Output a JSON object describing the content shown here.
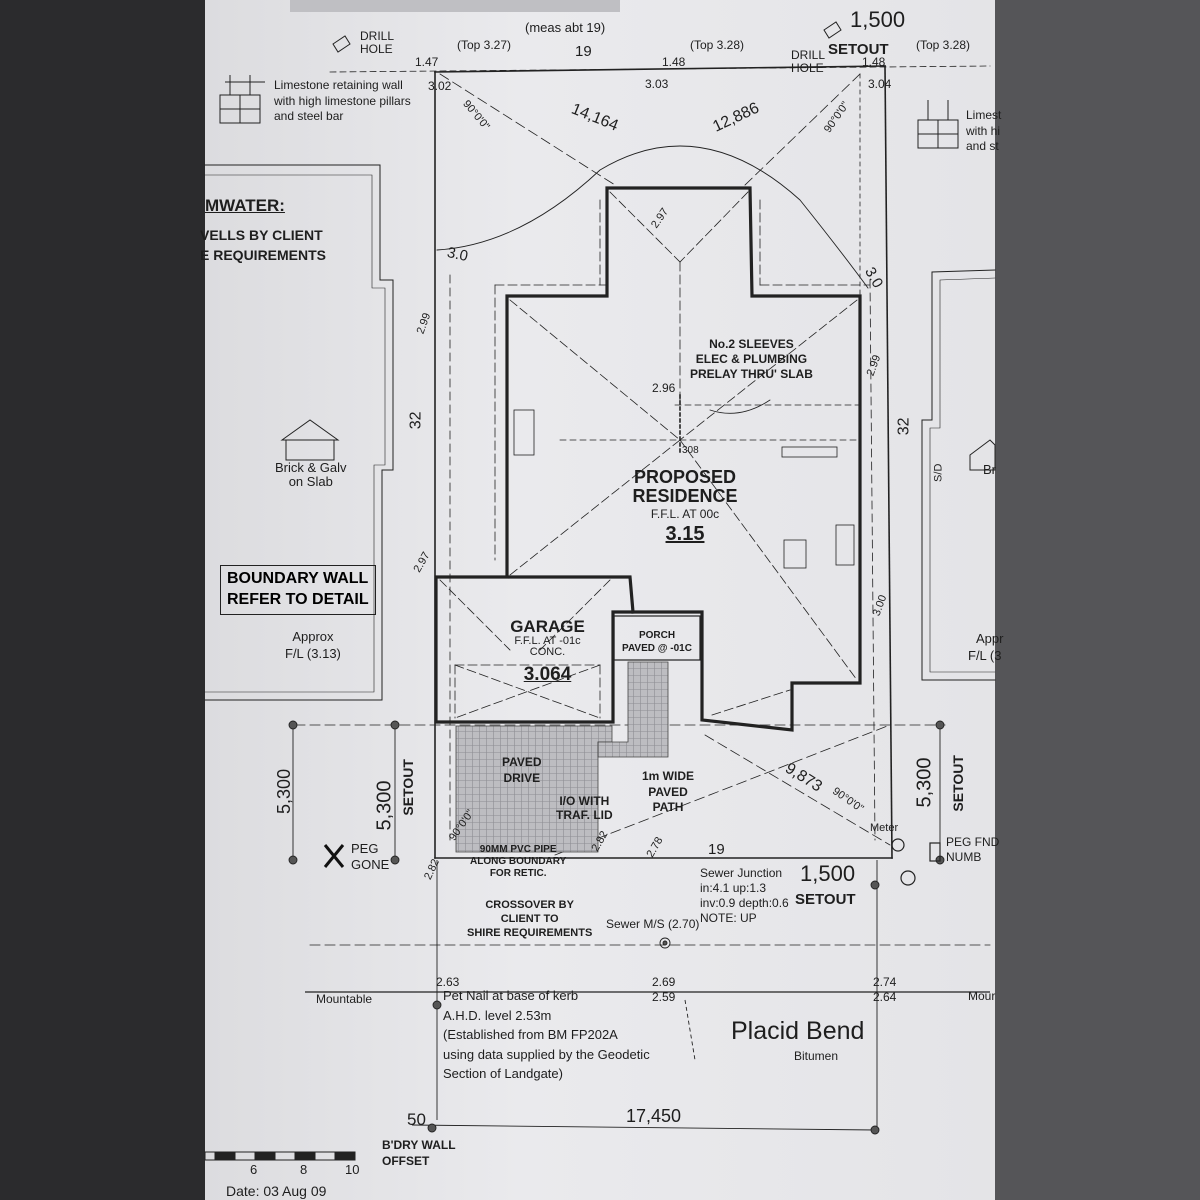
{
  "drawing": {
    "note_top": "(meas abt 19)",
    "front_width": "19",
    "rear_width": "19",
    "left_depth": "32",
    "right_depth": "32",
    "offset_top_right": "1,500",
    "offset_bottom_right": "1,500",
    "setout_label": "SETOUT",
    "left_setback": "5,300",
    "right_setback": "5,300",
    "setout_mid": "5,300",
    "diag_1": "14,164",
    "diag_2": "12,886",
    "diag_3": "9,873",
    "arc_1": "3.0",
    "arc_2": "3.0",
    "angle_1": "90°0'0\"",
    "angle_2": "90°0'0\"",
    "angle_3": "90°0'0\"",
    "angle_4": "90°0'0\"",
    "bottom_dim": "17,450",
    "bottom_offset": "50",
    "bdry_wall_offset_1": "B'DRY WALL",
    "bdry_wall_offset_2": "OFFSET",
    "date": "Date:  03 Aug 09"
  },
  "levels": {
    "top_left_1": "1.47",
    "top_left_2": "3.02",
    "top_mid_1": "1.48",
    "top_mid_2": "3.03",
    "top_right_1": "1.48",
    "top_right_2": "3.04",
    "top_3_27": "(Top 3.27)",
    "top_3_28a": "(Top 3.28)",
    "top_3_28b": "(Top 3.28)",
    "l_299": "2.99",
    "l_297": "2.97",
    "l_297b": "2.97",
    "l_296": "2.96",
    "l_299b": "2.99",
    "l_300": "3.00",
    "l_282a": "2.82",
    "l_282b": "2.82",
    "l_278": "2.78",
    "l_263": "2.63",
    "l_269": "2.69",
    "l_259": "2.59",
    "l_274": "2.74",
    "l_264": "2.64"
  },
  "labels": {
    "drill_hole_left_1": "DRILL",
    "drill_hole_left_2": "HOLE",
    "drill_hole_right_1": "DRILL",
    "drill_hole_right_2": "HOLE",
    "retaining_1": "Limestone retaining wall",
    "retaining_2": "with high limestone pillars",
    "retaining_3": "and steel bar",
    "retaining_r_1": "Limest",
    "retaining_r_2": "with hi",
    "retaining_r_3": "and st",
    "stormwater": "MWATER:",
    "stormwater_2": "VELLS BY CLIENT",
    "stormwater_3": "E REQUIREMENTS",
    "brick_1": "Brick & Galv",
    "brick_2": "on Slab",
    "brick_r": "Br",
    "sd": "S/D",
    "boundary_1": "BOUNDARY WALL",
    "boundary_2": "REFER TO DETAIL",
    "approx_l_1": "Approx",
    "approx_l_2": "F/L (3.13)",
    "approx_r_1": "Appr",
    "approx_r_2": "F/L (3",
    "sleeves_1": "No.2 SLEEVES",
    "sleeves_2": "ELEC & PLUMBING",
    "sleeves_3": "PRELAY THRU' SLAB",
    "residence_1": "PROPOSED",
    "residence_2": "RESIDENCE",
    "residence_3": "F.F.L. AT 00c",
    "residence_level": "3.15",
    "garage_1": "GARAGE",
    "garage_2": "F.F.L. AT -01c",
    "garage_3": "CONC.",
    "garage_level": "3.064",
    "porch_1": "PORCH",
    "porch_2": "PAVED @ -01C",
    "paved_drive_1": "PAVED",
    "paved_drive_2": "DRIVE",
    "path_1": "1m WIDE",
    "path_2": "PAVED",
    "path_3": "PATH",
    "io_1": "I/O WITH",
    "io_2": "TRAF. LID",
    "pvc_1": "90MM PVC PIPE",
    "pvc_2": "ALONG BOUNDARY",
    "pvc_3": "FOR RETIC.",
    "crossover_1": "CROSSOVER BY",
    "crossover_2": "CLIENT TO",
    "crossover_3": "SHIRE REQUIREMENTS",
    "peg_gone_1": "PEG",
    "peg_gone_2": "GONE",
    "peg_fnd_1": "PEG FND",
    "peg_fnd_2": "NUMB",
    "meter": "Meter",
    "sewer_junction_1": "Sewer Junction",
    "sewer_junction_2": "in:4.1 up:1.3",
    "sewer_junction_3": "inv:0.9 depth:0.6",
    "sewer_junction_4": "NOTE: UP",
    "sewer_ms": "Sewer M/S (2.70)",
    "mountable_l": "Mountable",
    "mountable_r": "Mour",
    "nail_1": "Pet Nail at base of kerb",
    "nail_2": "A.H.D. level  2.53m",
    "nail_3": "(Established from BM FP202A",
    "nail_4": "using data supplied by  the Geodetic",
    "nail_5": "Section of Landgate)",
    "street": "Placid Bend",
    "street_surface": "Bitumen",
    "s308": "308"
  },
  "scale": {
    "ticks": [
      "6",
      "8",
      "10"
    ]
  },
  "colors": {
    "line": "#222222",
    "paper": "#e6e6e9",
    "paving": "#b9b9bd"
  }
}
